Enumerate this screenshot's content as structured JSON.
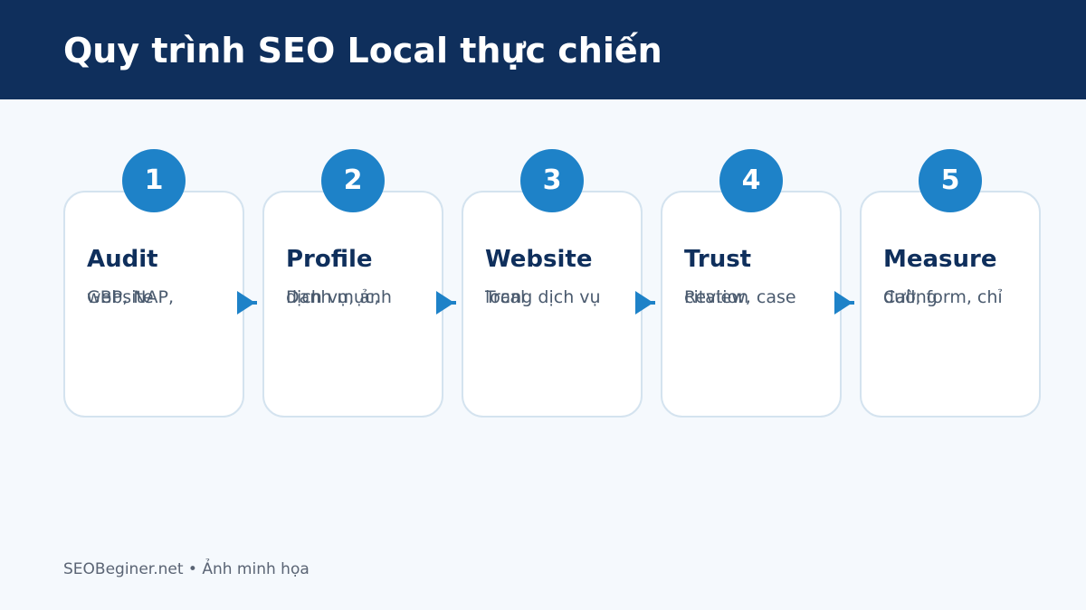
{
  "title": "Quy trình SEO Local thực chiến",
  "steps": [
    {
      "number": "1",
      "title": "Audit",
      "line_a": "GBP, NAP,",
      "line_b": "website"
    },
    {
      "number": "2",
      "title": "Profile",
      "line_a": "Danh mục,",
      "line_b": "dịch vụ, ảnh"
    },
    {
      "number": "3",
      "title": "Website",
      "line_a": "Trang dịch vụ",
      "line_b": "local"
    },
    {
      "number": "4",
      "title": "Trust",
      "line_a": "Review, case",
      "line_b": "citation"
    },
    {
      "number": "5",
      "title": "Measure",
      "line_a": "Call, form, chỉ",
      "line_b": "đường"
    }
  ],
  "footer": "SEOBeginer.net • Ảnh minh họa",
  "colors": {
    "header_bg": "#0f2f5c",
    "accent": "#1e82c8",
    "page_bg": "#f5f9fd",
    "card_border": "#d4e3ef"
  }
}
